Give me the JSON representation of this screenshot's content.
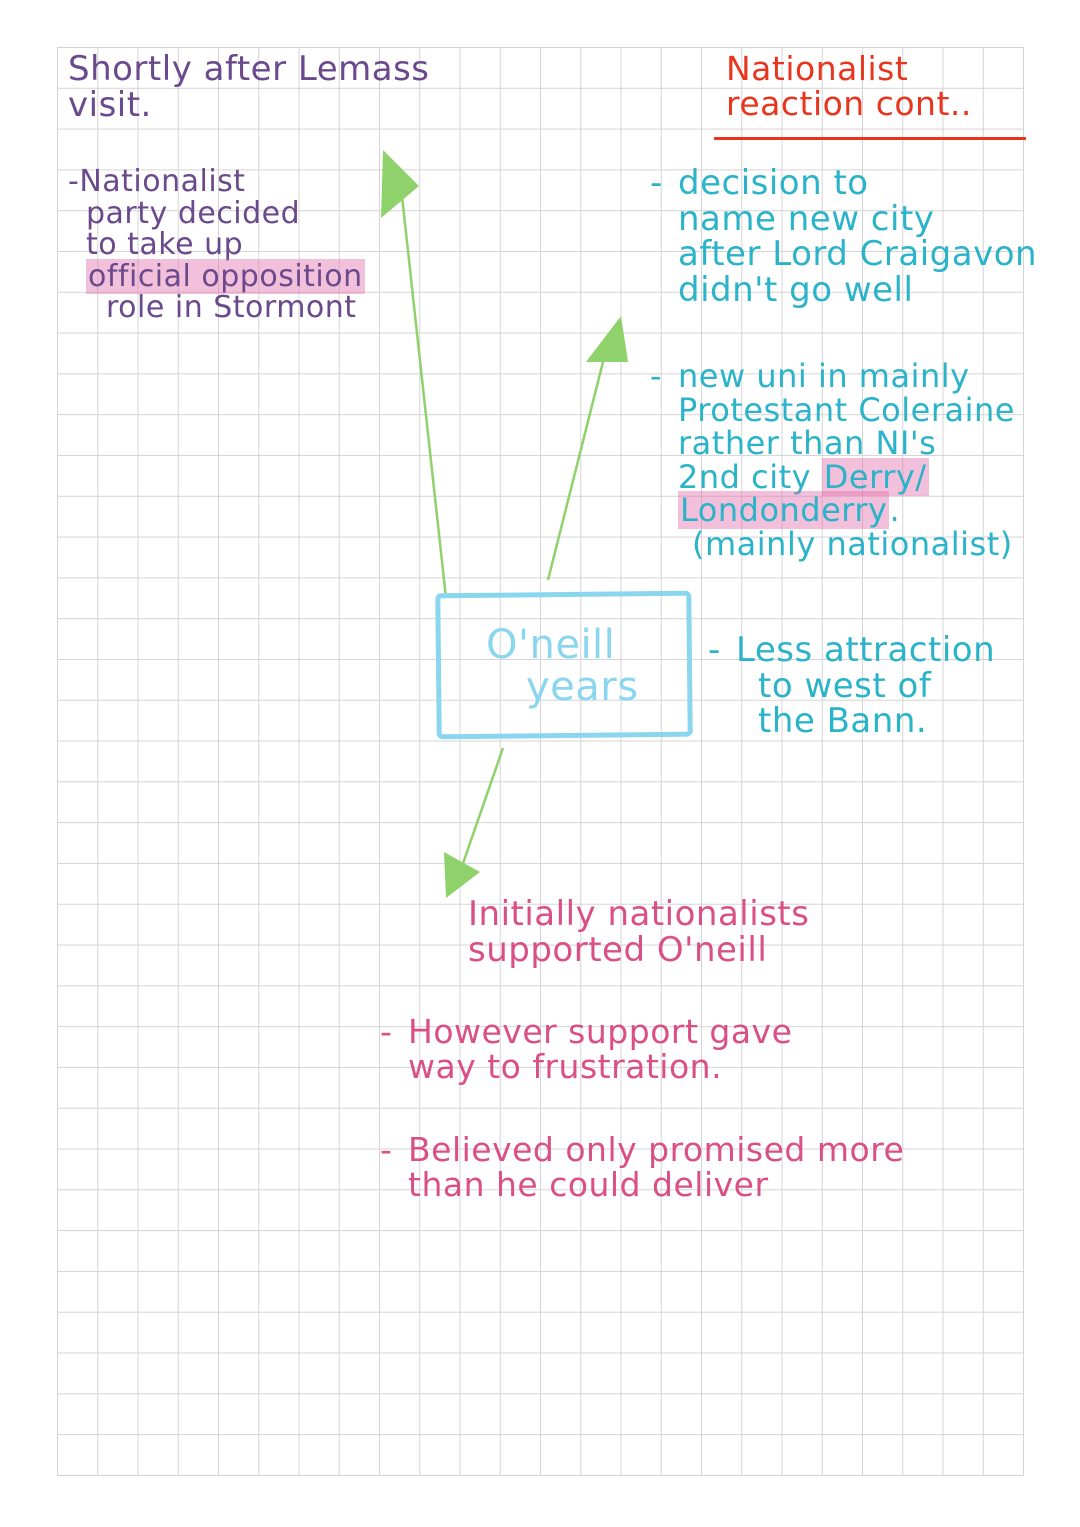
{
  "heading_left": {
    "line1": "Shortly after Lemass",
    "line2": "visit."
  },
  "heading_right": {
    "line1": "Nationalist",
    "line2": "reaction cont.."
  },
  "center": {
    "line1": "O'neill",
    "line2": "years"
  },
  "left_note": {
    "line1": "-Nationalist",
    "line2": "party decided",
    "line3": "to take up",
    "line4": "official opposition",
    "line5": "role in Stormont"
  },
  "right_notes": {
    "dash": "-",
    "item1": {
      "line1": "decision to",
      "line2": "name new city",
      "line3": "after Lord Craigavon",
      "line4": "didn't go well"
    },
    "item2": {
      "line1": "new uni in mainly",
      "line2": "Protestant Coleraine",
      "line3": "rather than NI's",
      "line4a": "2nd city ",
      "line4b": "Derry/",
      "line5": "Londonderry",
      "line5b": ".",
      "line6": "(mainly nationalist)"
    },
    "item3": {
      "line1": "Less attraction",
      "line2": "to west of",
      "line3": "the Bann."
    }
  },
  "bottom_notes": {
    "dash": "-",
    "title_line1": "Initially nationalists",
    "title_line2": "supported O'neill",
    "item1": {
      "line1": "However support gave",
      "line2": "way to frustration."
    },
    "item2": {
      "line1": "Believed only promised more",
      "line2": "than he could deliver"
    }
  },
  "colors": {
    "purple": "#6a4a8c",
    "teal": "#2ab3c9",
    "pink": "#d94f86",
    "red": "#e8361e",
    "light_blue": "#8ad6ef",
    "green_arrow": "#8fd16a",
    "highlight": "#e274ac"
  }
}
